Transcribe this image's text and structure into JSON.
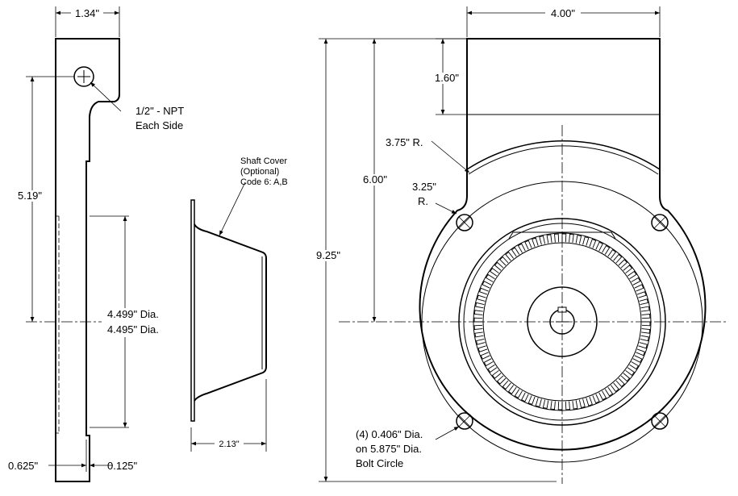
{
  "dimensions": {
    "side_width": "1.34\"",
    "hole_height": "5.19\"",
    "npt_line1": "1/2\" - NPT",
    "npt_line2": "Each Side",
    "dia_upper": "4.499\" Dia.",
    "dia_lower": "4.495\" Dia.",
    "flange_offset": "0.625\"",
    "flange_thickness": "0.125\"",
    "cover_depth": "2.13\"",
    "front_width": "4.00\"",
    "top_height": "1.60\"",
    "radius_large": "3.75\" R.",
    "radius_small_value": "3.25\"",
    "radius_small_unit": "R.",
    "center_height": "6.00\"",
    "overall_height": "9.25\""
  },
  "shaft_cover": {
    "line1": "Shaft Cover",
    "line2": "(Optional)",
    "line3": "Code 6:  A,B"
  },
  "bolt_note": {
    "line1": "(4) 0.406\" Dia.",
    "line2": "on 5.875\" Dia.",
    "line3": "Bolt Circle"
  }
}
